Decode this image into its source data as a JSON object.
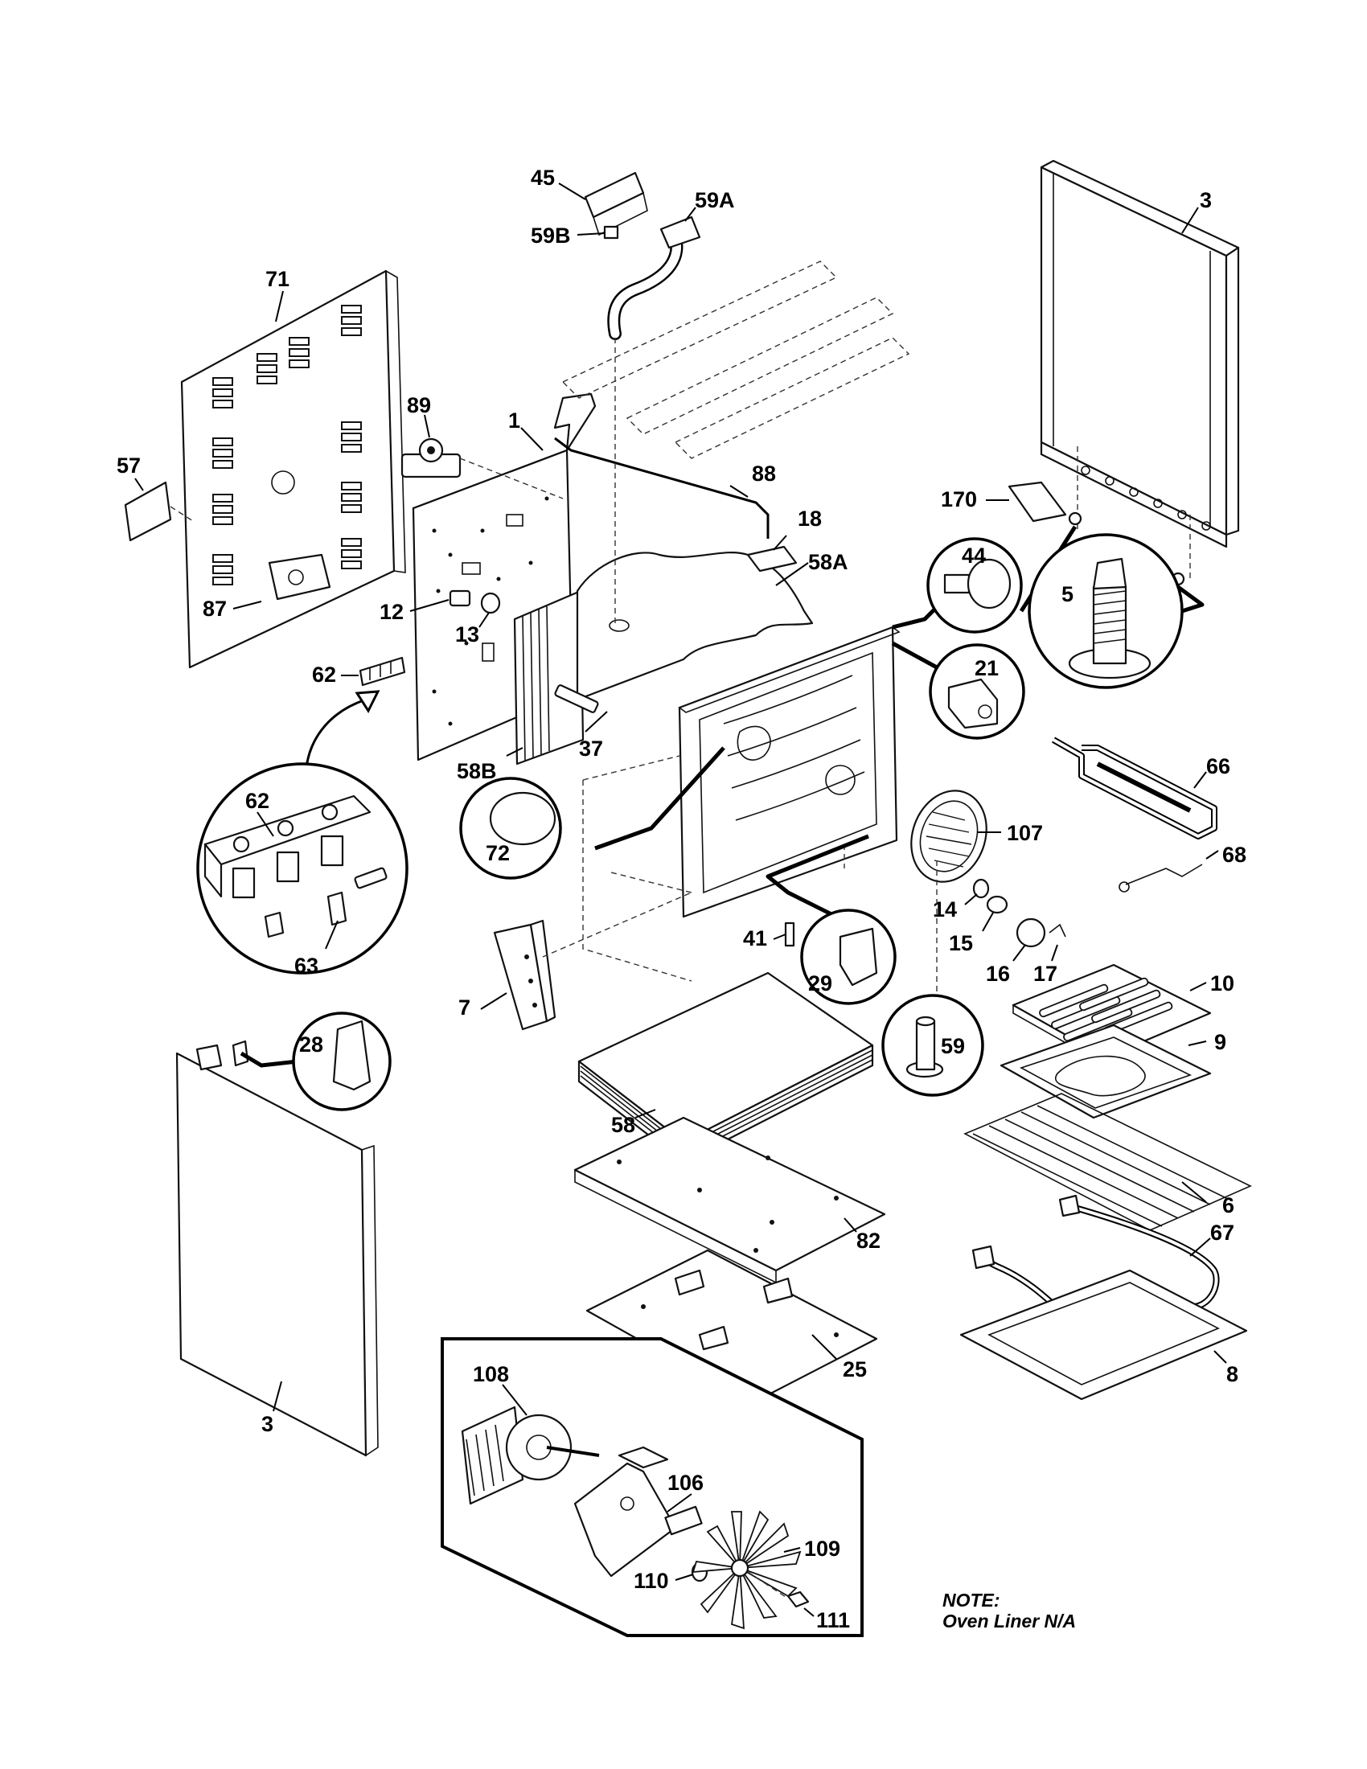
{
  "note": {
    "heading": "NOTE:",
    "text": "Oven Liner N/A"
  },
  "labels": {
    "l1": "1",
    "l3a": "3",
    "l3b": "3",
    "l5": "5",
    "l6": "6",
    "l7": "7",
    "l8": "8",
    "l9": "9",
    "l10": "10",
    "l12": "12",
    "l13": "13",
    "l14": "14",
    "l15": "15",
    "l16": "16",
    "l17": "17",
    "l18": "18",
    "l21": "21",
    "l25": "25",
    "l28": "28",
    "l29": "29",
    "l37": "37",
    "l41": "41",
    "l44": "44",
    "l45": "45",
    "l57": "57",
    "l58": "58",
    "l58A": "58A",
    "l58B": "58B",
    "l59": "59",
    "l59A": "59A",
    "l59B": "59B",
    "l62a": "62",
    "l62b": "62",
    "l63": "63",
    "l66": "66",
    "l67": "67",
    "l68": "68",
    "l71": "71",
    "l72": "72",
    "l82": "82",
    "l87": "87",
    "l88": "88",
    "l89": "89",
    "l106": "106",
    "l107": "107",
    "l108": "108",
    "l109": "109",
    "l110": "110",
    "l111": "111",
    "l170": "170"
  }
}
